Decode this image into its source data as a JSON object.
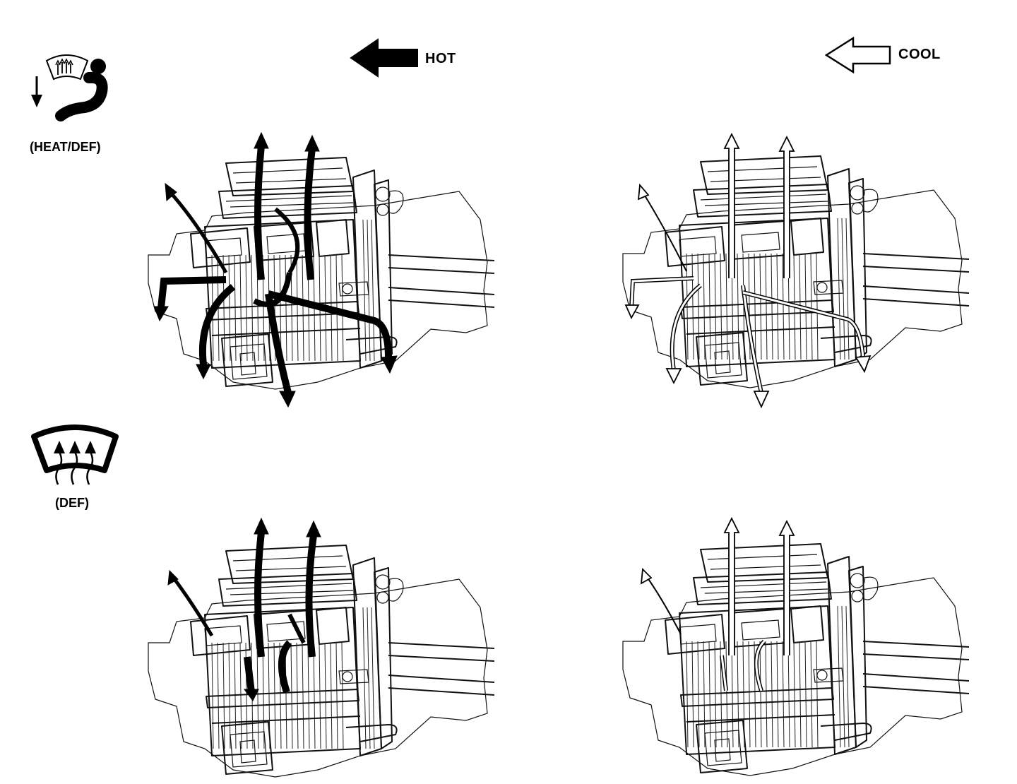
{
  "legend": {
    "hot_label": "HOT",
    "cool_label": "COOL"
  },
  "modes": [
    {
      "id": "heat-def",
      "label": "(HEAT/DEF)"
    },
    {
      "id": "def",
      "label": "(DEF)"
    }
  ],
  "colors": {
    "hot_flow": "#000000",
    "cool_flow": "#ffffff",
    "outline": "#111111"
  },
  "icons": {
    "heat_def": "seat-with-defrost-icon",
    "def": "windshield-defrost-icon"
  }
}
